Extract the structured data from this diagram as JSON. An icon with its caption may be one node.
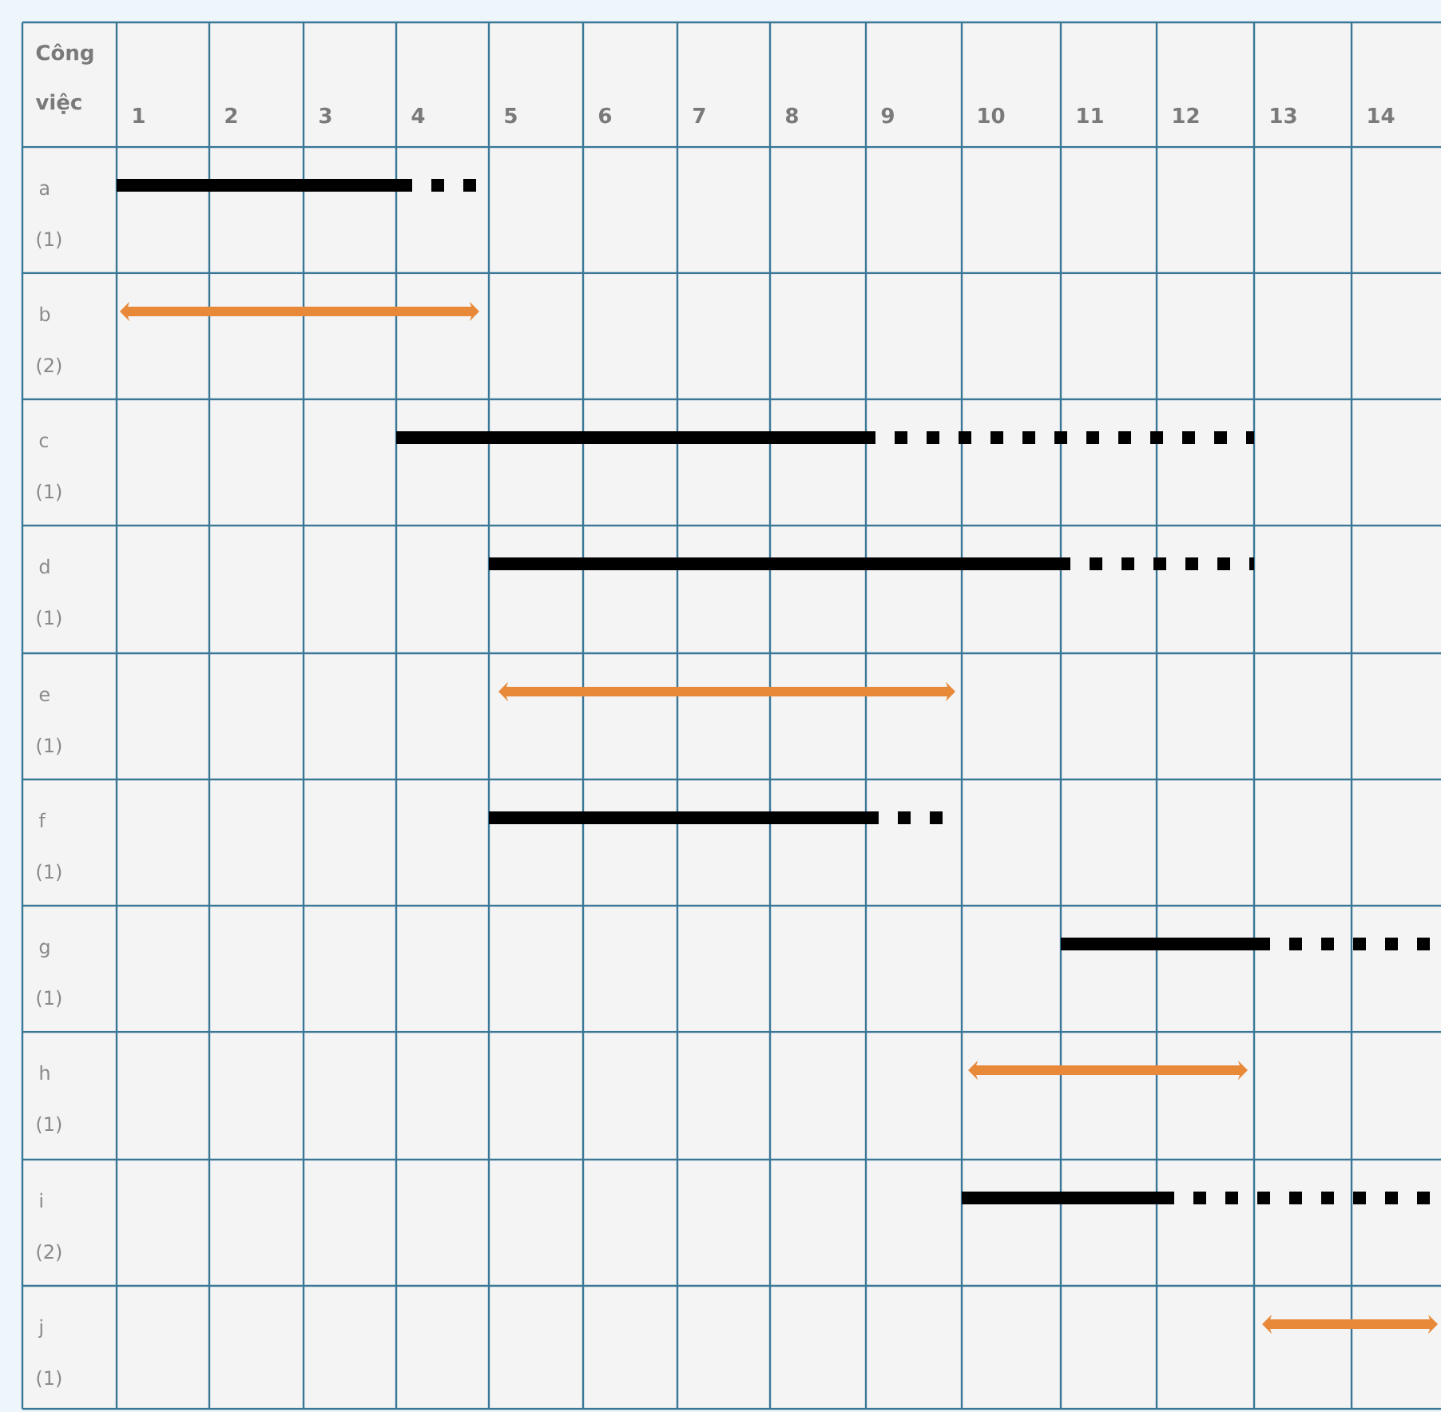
{
  "diagram": {
    "labels": [
      "Công việc",
      "1",
      "2",
      "3",
      "4",
      "5",
      "6",
      "7",
      "8",
      "9",
      "10",
      "11",
      "12",
      "13",
      "14",
      "a",
      "(1)",
      "b",
      "(2)",
      "c",
      "(1)",
      "d",
      "(1)",
      "e",
      "(1)",
      "f",
      "(1)",
      "g",
      "(1)",
      "h",
      "(1)",
      "i",
      "(2)",
      "j",
      "(1)"
    ]
  }
}
